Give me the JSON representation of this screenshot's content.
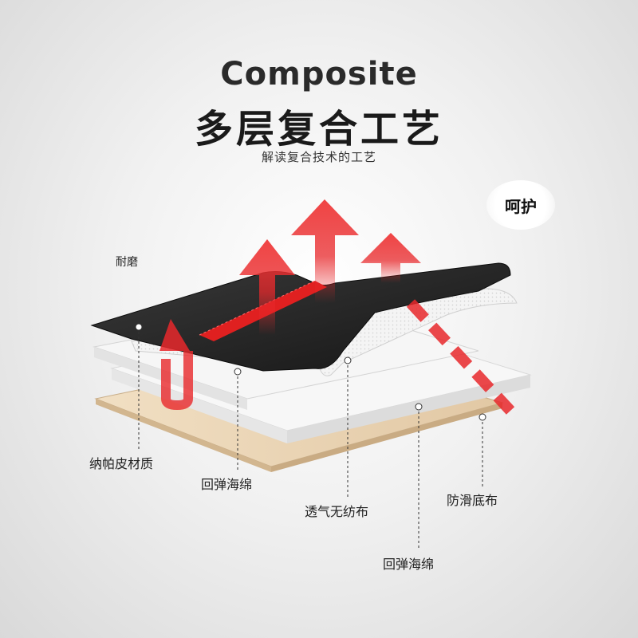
{
  "header": {
    "title_en": "Composite",
    "title_cn": "多层复合工艺",
    "subtitle": "解读复合技术的工艺"
  },
  "badge": {
    "text": "呵护"
  },
  "labels": {
    "wear": "耐磨",
    "leather": "纳帕皮材质",
    "sponge_top": "回弹海绵",
    "nonwoven": "透气无纺布",
    "antislip": "防滑底布",
    "sponge_bottom": "回弹海绵"
  },
  "colors": {
    "accent": "#e8282b",
    "leather": "#1c1c1c",
    "stitch": "#e02020",
    "foam": "#f2f2f2",
    "base": "#e9d3b3"
  }
}
